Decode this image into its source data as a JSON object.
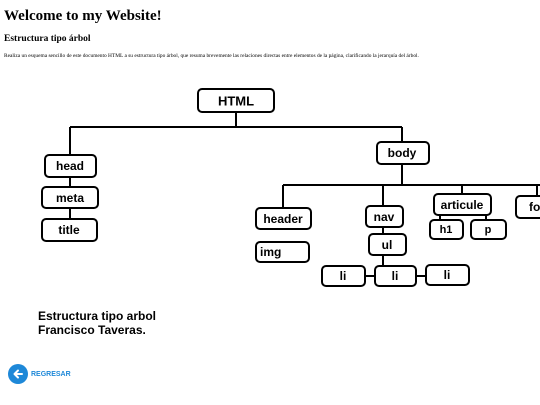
{
  "page": {
    "title": "Welcome to my Website!",
    "section_title": "Estructura tipo árbol",
    "instructions": "Realiza un esquema sencillo de este documento HTML a su estructura tipo árbol, que resuma brevemente las relaciones directas entre elementos de la página, clarificando la jerarquía del árbol."
  },
  "tree": {
    "nodes": {
      "html": "HTML",
      "head": "head",
      "meta": "meta",
      "title": "title",
      "body": "body",
      "header": "header",
      "img": "img",
      "nav": "nav",
      "ul": "ul",
      "li_left": "li",
      "li_center": "li",
      "li_right": "li",
      "article": "articule",
      "h1": "h1",
      "p": "p",
      "footer": "fo"
    }
  },
  "caption": {
    "line1": "Estructura tipo arbol",
    "line2": "Francisco Taveras."
  },
  "back_button": {
    "label": "REGRESAR",
    "icon": "arrow-left-icon",
    "color": "#1e88d8"
  }
}
